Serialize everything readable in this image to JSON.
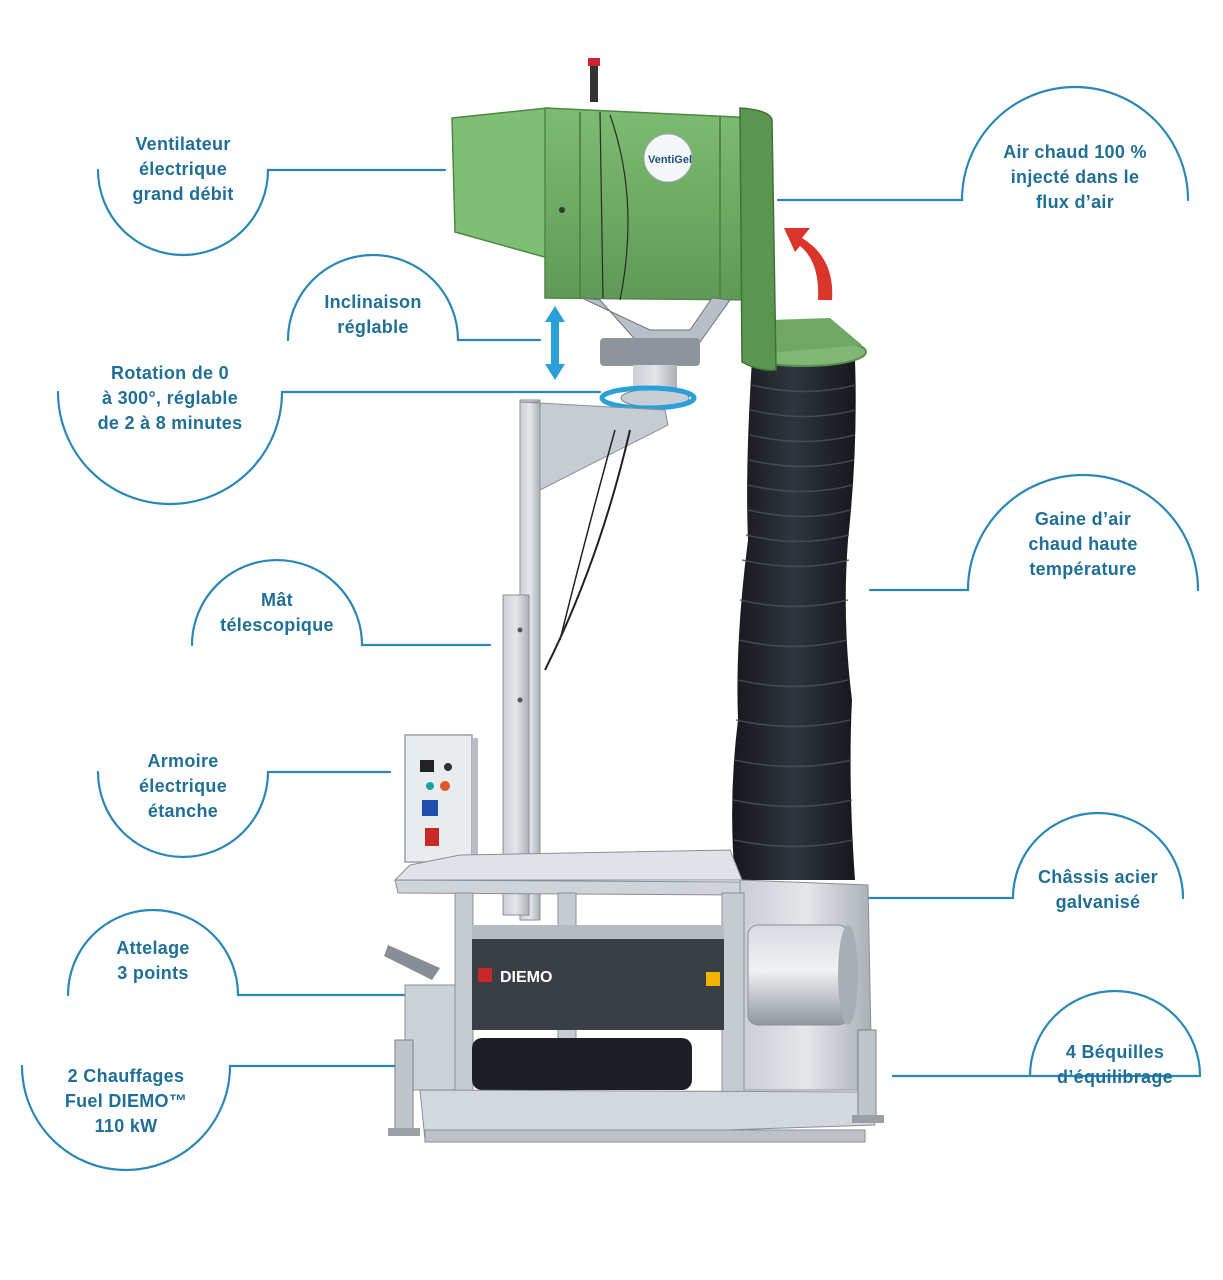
{
  "colors": {
    "label_text": "#1f6f96",
    "callout_line": "#2b88b6",
    "fan_green": "#6fae64",
    "duct_black": "#23272d",
    "steel": "#b8bec5",
    "arrow_blue": "#2aa0d8",
    "arrow_red": "#d9352a"
  },
  "brands": {
    "fan_logo": "VentiGel",
    "heater_logo": "DIEMO"
  },
  "callouts": [
    {
      "id": "fan",
      "lines": [
        "Ventilateur",
        "électrique",
        "grand débit"
      ]
    },
    {
      "id": "tilt",
      "lines": [
        "Inclinaison",
        "réglable"
      ]
    },
    {
      "id": "rotation",
      "lines": [
        "Rotation de 0",
        "à 300°, réglable",
        "de 2 à 8 minutes"
      ]
    },
    {
      "id": "mast",
      "lines": [
        "Mât",
        "télescopique"
      ]
    },
    {
      "id": "cabinet",
      "lines": [
        "Armoire",
        "électrique",
        "étanche"
      ]
    },
    {
      "id": "hitch",
      "lines": [
        "Attelage",
        "3 points"
      ]
    },
    {
      "id": "heaters",
      "lines": [
        "2 Chauffages",
        "Fuel DIEMO™",
        "110 kW"
      ]
    },
    {
      "id": "hot-air",
      "lines": [
        "Air chaud 100 %",
        "injecté dans le",
        "flux d’air"
      ]
    },
    {
      "id": "duct",
      "lines": [
        "Gaine d’air",
        "chaud haute",
        "température"
      ]
    },
    {
      "id": "chassis",
      "lines": [
        "Châssis acier",
        "galvanisé"
      ]
    },
    {
      "id": "legs",
      "lines": [
        "4 Béquilles",
        "d’équilibrage"
      ]
    }
  ]
}
